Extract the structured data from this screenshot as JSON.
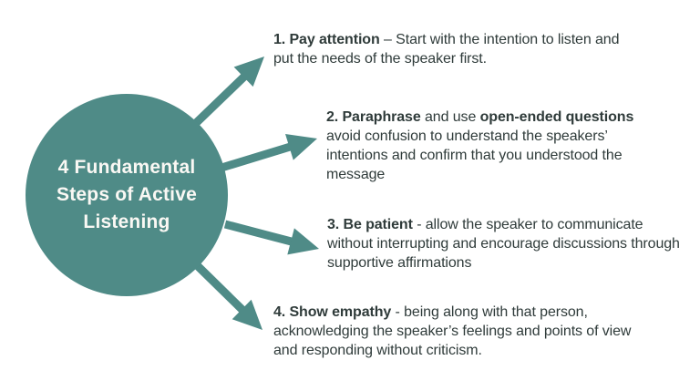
{
  "colors": {
    "background": "#FFFFFF",
    "teal": "#4F8B87",
    "body_text": "#2F3B3A",
    "circle_text": "#FAF8F4"
  },
  "circle": {
    "title_full": "4 Fundamental Steps of Active Listening",
    "lines": [
      "4 Fundamental",
      "Steps of Active",
      "Listening"
    ]
  },
  "steps": [
    {
      "name": "pay-attention",
      "segments": [
        {
          "text": "1. Pay attention",
          "bold": true
        },
        {
          "text": " – Start with the intention to listen and put the needs of the speaker first.",
          "bold": false
        }
      ]
    },
    {
      "name": "paraphrase",
      "segments": [
        {
          "text": "2. Paraphrase",
          "bold": true
        },
        {
          "text": " and use ",
          "bold": false
        },
        {
          "text": "open-ended questions",
          "bold": true
        },
        {
          "text": " avoid confusion to understand the speakers’ intentions and confirm that you understood the message",
          "bold": false
        }
      ]
    },
    {
      "name": "be-patient",
      "segments": [
        {
          "text": "3. Be patient",
          "bold": true
        },
        {
          "text": " - allow the speaker to communicate without interrupting and encourage discussions through supportive affirmations",
          "bold": false
        }
      ]
    },
    {
      "name": "show-empathy",
      "segments": [
        {
          "text": "4. Show empathy",
          "bold": true
        },
        {
          "text": " - being along with that person, acknowledging the speaker’s feelings and points of view and responding without criticism.",
          "bold": false
        }
      ]
    }
  ]
}
